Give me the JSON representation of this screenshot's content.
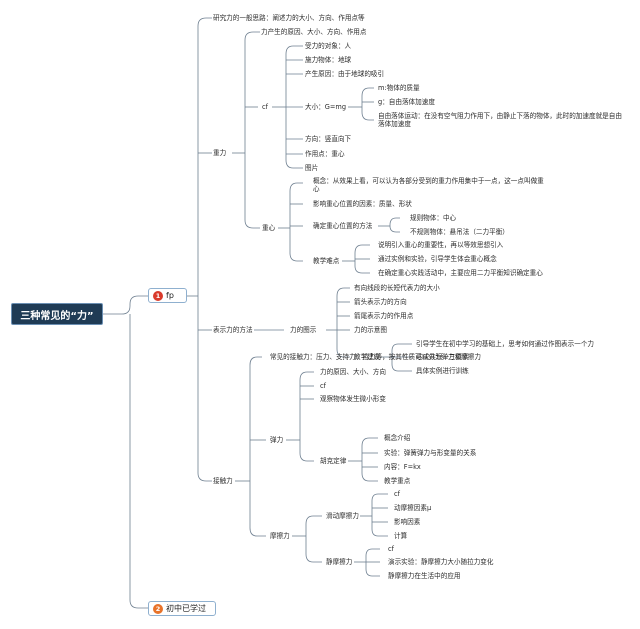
{
  "root": "三种常见的“力”",
  "branches": [
    {
      "badge": "1",
      "label": "fp",
      "badge_color": "#d93a2b"
    },
    {
      "badge": "2",
      "label": "初中已学过",
      "badge_color": "#e8732a"
    }
  ],
  "fp": {
    "intro": "研究力的一般思路：阐述力的大小、方向、作用点等",
    "gravity": {
      "label": "重力",
      "line1": "力产生的原因、大小、方向、作用点",
      "cf": {
        "label": "cf",
        "object": "受力的对象：人",
        "source": "施力物体：地球",
        "cause": "产生原因：由于地球的吸引",
        "size": {
          "label": "大小：G=mg",
          "m": "m:物体的质量",
          "g": "g：自由落体加速度",
          "freefall": "自由落体运动：在没有空气阻力作用下，由静止下落的物体，此时的加速度就是自由落体加速度"
        },
        "direction": "方向：竖直向下",
        "point": "作用点：重心",
        "pic": "图片"
      },
      "center": {
        "label": "重心",
        "concept": "概念：从效果上看，可以认为各部分受到的重力作用集中于一点，这一点叫做重心",
        "factors": "影响重心位置的因素：质量、形状",
        "method": {
          "label": "确定重心位置的方法",
          "regular": "规则物体：中心",
          "irregular": "不规则物体：悬吊法（二力平衡）"
        },
        "focus": {
          "label": "教学难点",
          "a": "说明引入重心的重要性，再以等效思想引入",
          "b": "通过实例和实验，引导学生体会重心概念",
          "c": "在确定重心实践活动中，主要应用二力平衡知识确定重心"
        }
      }
    },
    "represent": {
      "label": "表示力的方法",
      "diagram": "力的图示",
      "items": [
        "有向线段的长短代表力的大小",
        "箭头表示力的方向",
        "箭尾表示力的作用点",
        "力的示意图"
      ],
      "advice": {
        "label": "教学建议",
        "a": "引导学生在初中学习的基础上，思考如何通过作图表示一个力",
        "b": "达成共识一三要素",
        "c": "具体实例进行训练"
      }
    },
    "contact": {
      "label": "接触力",
      "common": "常见的接触力：压力、支持力、拉力等，按其性质可以分为弹力和摩擦力",
      "elastic": {
        "label": "弹力",
        "a": "力的原因、大小、方向",
        "b": "cf",
        "c": "观察物体发生微小形变",
        "hooke": {
          "label": "胡克定律",
          "a": "概念介绍",
          "b": "实验：弹簧弹力与形变量的关系",
          "c": "内容：F=kx",
          "d": "教学重点"
        }
      },
      "friction": {
        "label": "摩擦力",
        "sliding": {
          "label": "滑动摩擦力",
          "a": "cf",
          "b": "动摩擦因素μ",
          "c": "影响因素",
          "d": "计算"
        },
        "static": {
          "label": "静摩擦力",
          "a": "cf",
          "b": "演示实验：静摩擦力大小随拉力变化",
          "c": "静摩擦力在生活中的应用"
        }
      }
    }
  }
}
